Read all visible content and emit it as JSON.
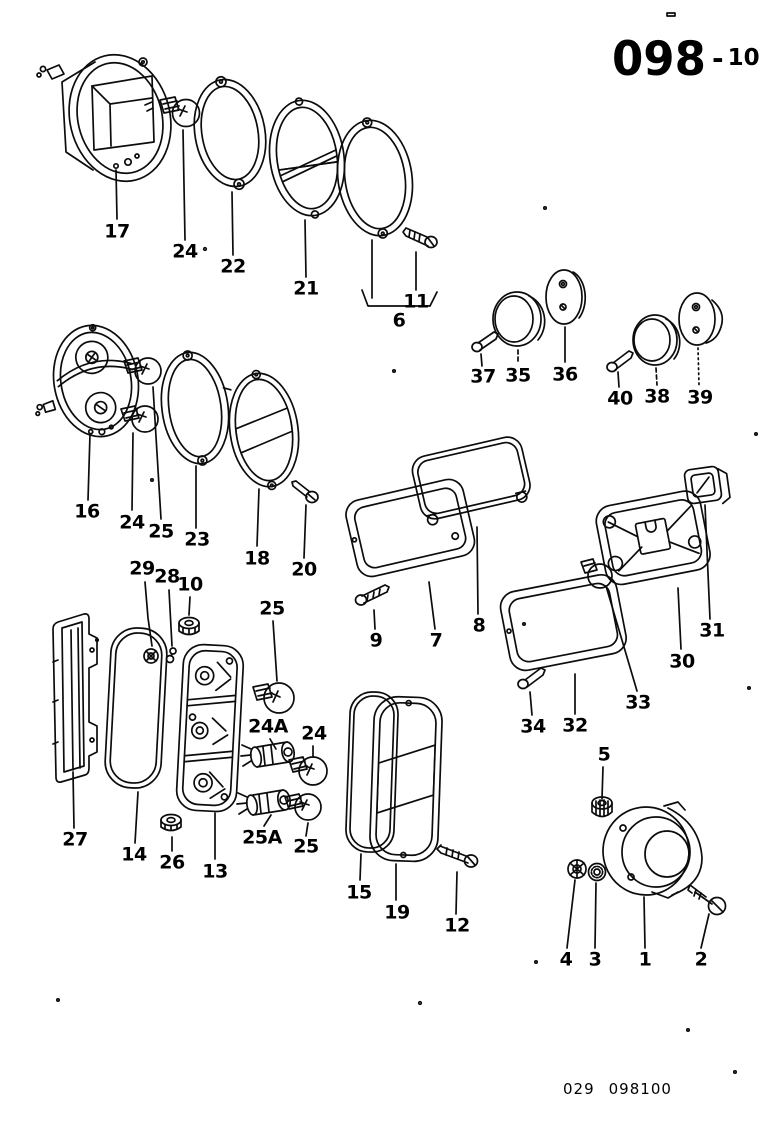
{
  "page": {
    "title": {
      "code": "098",
      "dash": "-",
      "page_no": "10"
    },
    "footer": {
      "code_left": "029",
      "code_right": "098100"
    }
  },
  "labels": {
    "l17": "17",
    "l24_top": "24",
    "l22": "22",
    "l21": "21",
    "l11": "11",
    "l6": "6",
    "l37": "37",
    "l35": "35",
    "l36": "36",
    "l40": "40",
    "l38": "38",
    "l39": "39",
    "l16": "16",
    "l24_mid": "24",
    "l25_mid": "25",
    "l23": "23",
    "l18": "18",
    "l20": "20",
    "l29": "29",
    "l28": "28",
    "l10": "10",
    "l25_c": "25",
    "l9": "9",
    "l7": "7",
    "l8": "8",
    "l34": "34",
    "l32": "32",
    "l33": "33",
    "l30": "30",
    "l31": "31",
    "l27": "27",
    "l14": "14",
    "l26": "26",
    "l13": "13",
    "l24a": "24A",
    "l24_b": "24",
    "l25a": "25A",
    "l25_b": "25",
    "l15": "15",
    "l19": "19",
    "l12": "12",
    "l5": "5",
    "l4": "4",
    "l3": "3",
    "l1": "1",
    "l2": "2"
  }
}
